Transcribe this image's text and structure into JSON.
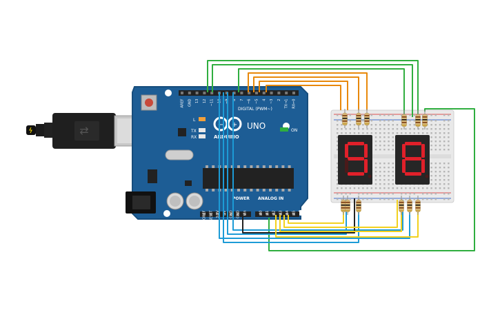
{
  "board": {
    "brand": "ARDUINO",
    "model": "UNO",
    "digital_label": "DIGITAL (PWM~)",
    "power_label": "POWER",
    "analog_label": "ANALOG IN",
    "on_label": "ON",
    "led_l": "L",
    "led_tx": "TX",
    "led_rx": "RX",
    "digital_pins": [
      "AREF",
      "GND",
      "13",
      "12",
      "~11",
      "~10",
      "~9",
      "8",
      "7",
      "~6",
      "~5",
      "4",
      "~3",
      "2",
      "TX→1",
      "RX←0"
    ],
    "power_pins": [
      "IOREF",
      "RESET",
      "3.3V",
      "5V",
      "GND",
      "GND",
      "Vin"
    ],
    "analog_pins": [
      "A0",
      "A1",
      "A2",
      "A3",
      "A4",
      "A5"
    ]
  },
  "displays": [
    {
      "digit": "9",
      "color": "#e0202a"
    },
    {
      "digit": "8",
      "color": "#e0202a"
    }
  ],
  "wire_colors": {
    "green": "#2fae3f",
    "orange": "#e8880a",
    "blue": "#1c9bd6",
    "black": "#222222",
    "yellow": "#f2d11d"
  },
  "colors": {
    "board": "#1d5d95",
    "board_dark": "#174d7c",
    "breadboard": "#e9e9e9",
    "segment_on": "#e0202a",
    "segment_off": "#4a1a1a"
  }
}
